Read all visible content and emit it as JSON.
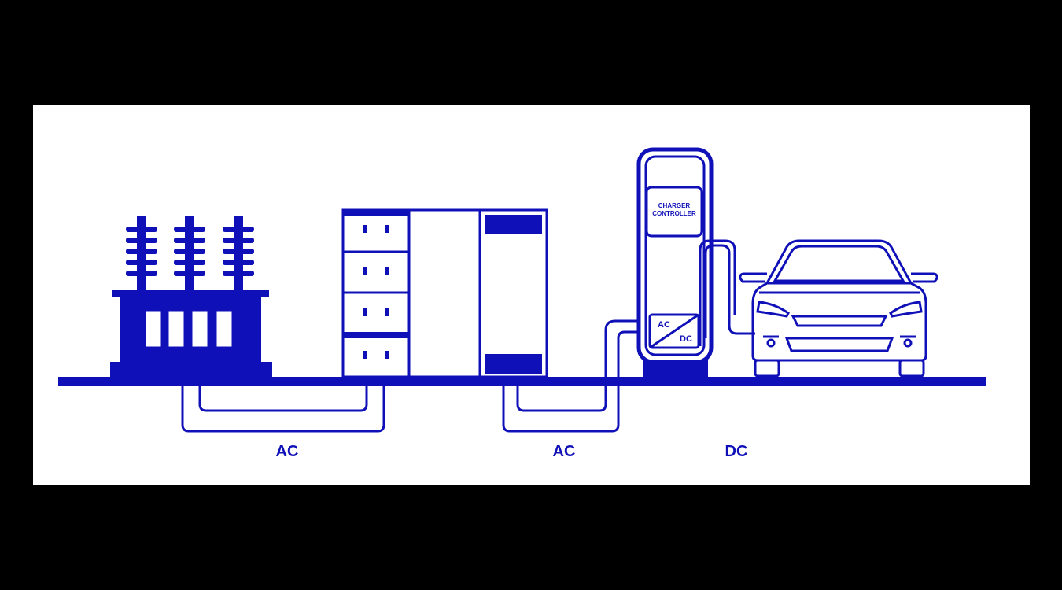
{
  "colors": {
    "ink": "#1010b8",
    "panel": "#ffffff",
    "frame": "#000000"
  },
  "labels": {
    "ac_left": "AC",
    "ac_mid": "AC",
    "dc": "DC",
    "charger_controller_line1": "CHARGER",
    "charger_controller_line2": "CONTROLLER",
    "converter_ac": "AC",
    "converter_dc": "DC"
  },
  "icons": [
    "transformer-icon",
    "switchgear-cabinet-icon",
    "ev-charger-icon",
    "car-icon"
  ]
}
